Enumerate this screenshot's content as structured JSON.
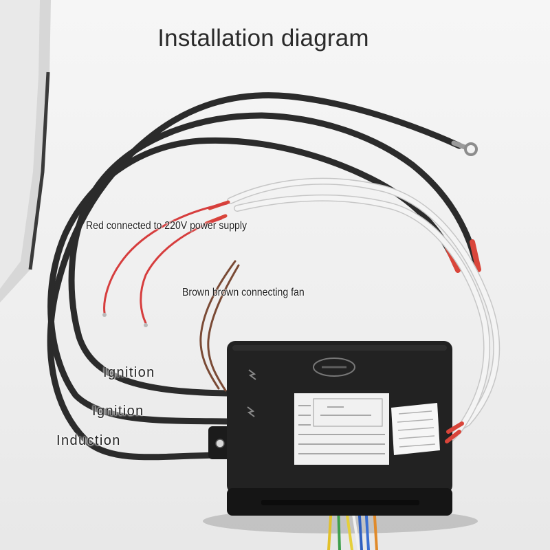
{
  "title": "Installation diagram",
  "annotations": {
    "red_power": "Red connected to 220V power supply",
    "brown_fan": "Brown brown connecting fan",
    "ignition_1": "Ignition",
    "ignition_2": "Ignition",
    "induction": "Induction"
  },
  "colors": {
    "black_wire": "#2b2b2b",
    "white_wire": "#f4f4f4",
    "red_wire": "#d63d3d",
    "brown_wire": "#7a4a35",
    "crimp_red": "#d9453a",
    "controller_body": "#222222"
  }
}
